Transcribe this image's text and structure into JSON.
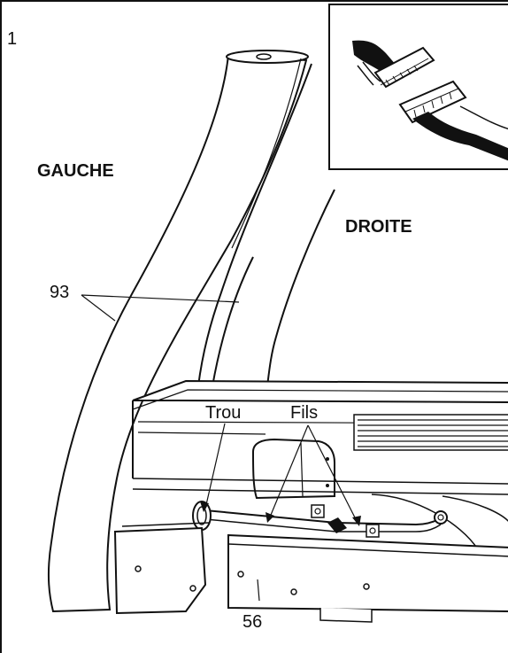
{
  "step_number": "1",
  "labels": {
    "left": "GAUCHE",
    "right": "DROITE",
    "upright_part": "93",
    "hole": "Trou",
    "wires": "Fils",
    "base_part": "56"
  },
  "colors": {
    "ink": "#111111",
    "paper": "#ffffff",
    "shade": "#dcdcdc"
  }
}
